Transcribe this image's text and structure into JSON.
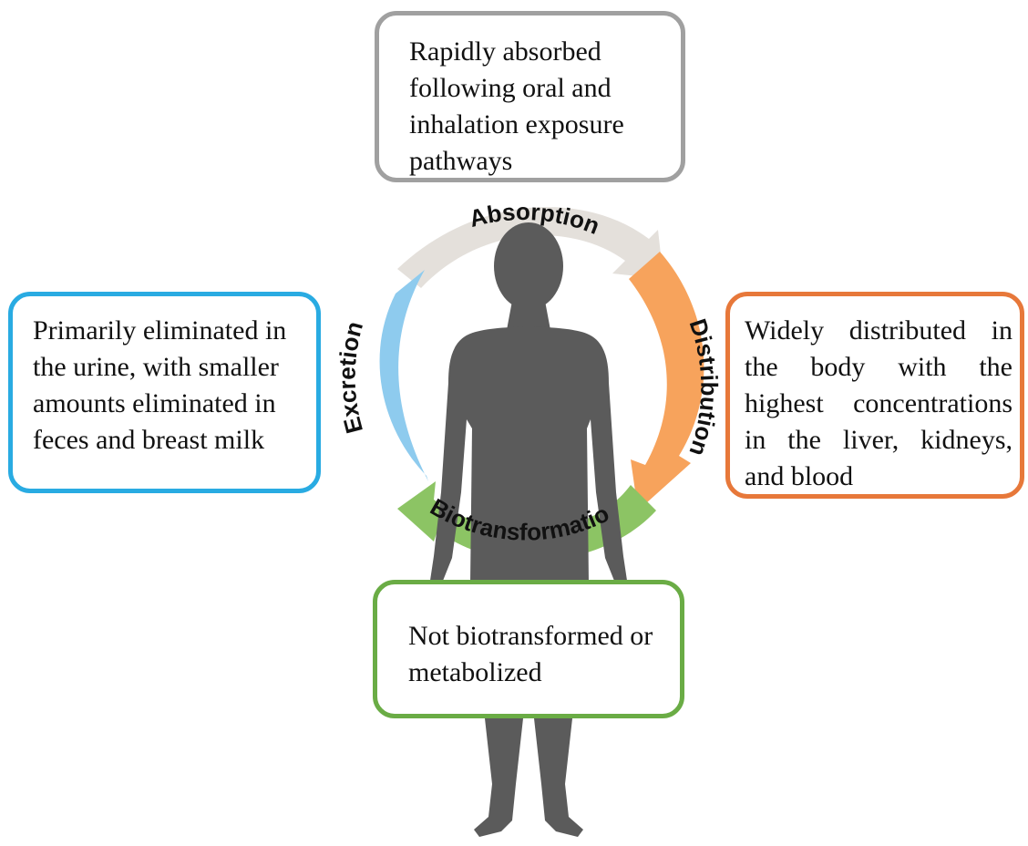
{
  "stages": {
    "absorption": {
      "label": "Absorption",
      "description": "Rapidly absorbed following oral and inhalation exposure pathways",
      "color": "#e4e0db",
      "border_color": "#a0a0a0"
    },
    "distribution": {
      "label": "Distribution",
      "description": "Widely distributed in the body with the highest concentrations in the liver, kidneys, and blood",
      "color": "#f7a35c",
      "border_color": "#e7783a"
    },
    "biotransformation": {
      "label": "Biotransformation",
      "description": "Not biotransformed or metabolized",
      "color": "#8cc464",
      "border_color": "#6aac45"
    },
    "excretion": {
      "label": "Excretion",
      "description": "Primarily eliminated in the urine, with smaller amounts eliminated in feces and breast milk",
      "color": "#8ecbee",
      "border_color": "#29abe2"
    }
  },
  "figure": {
    "silhouette_color": "#5b5b5b",
    "silhouette_icon": "human-body-silhouette"
  }
}
